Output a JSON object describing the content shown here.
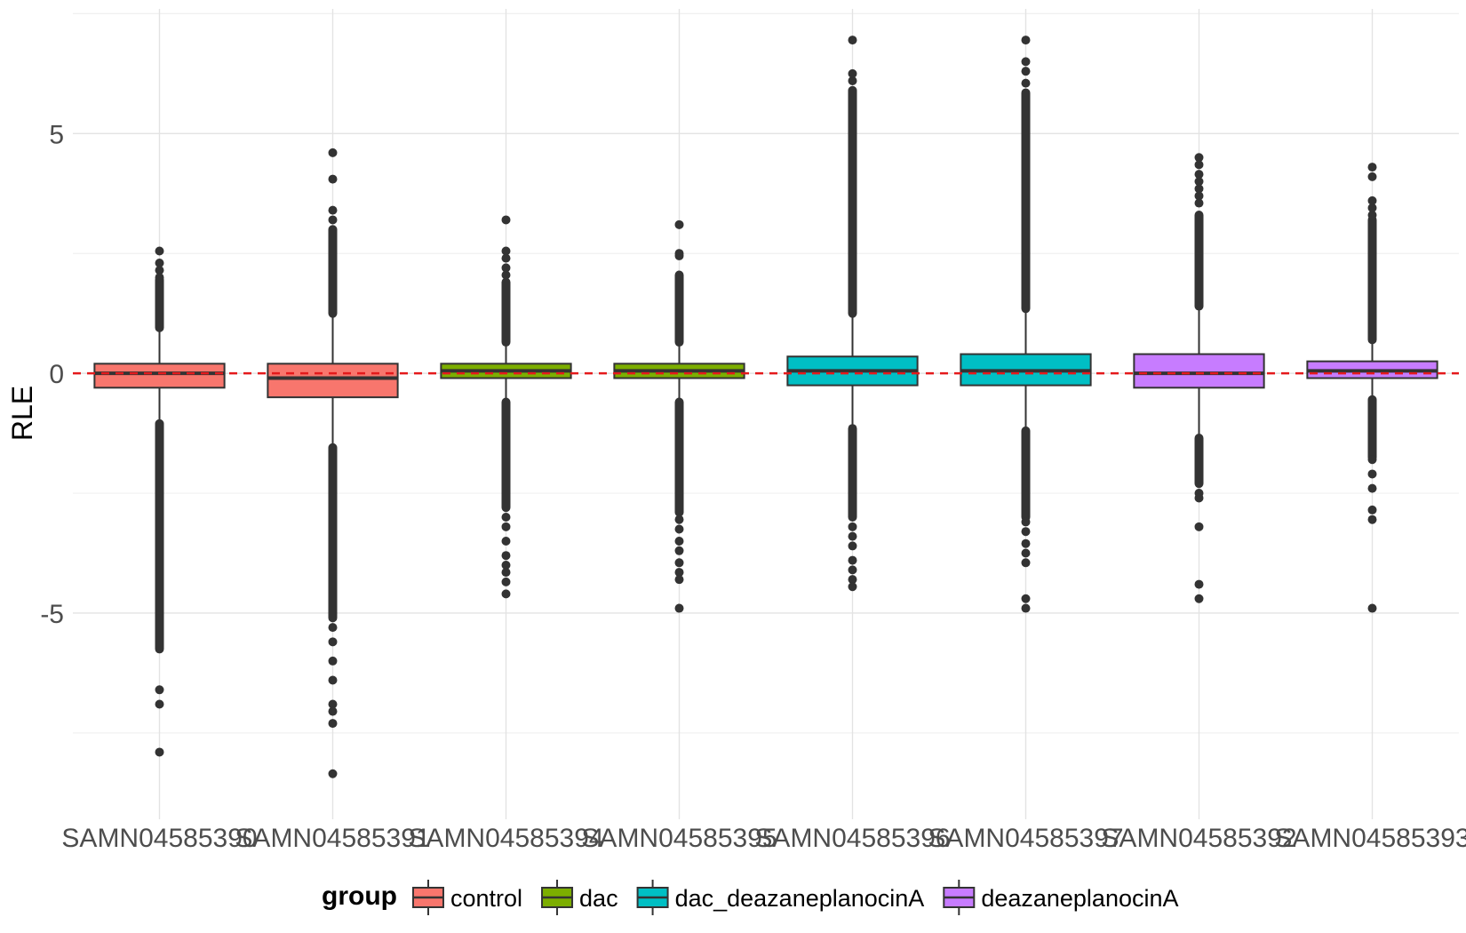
{
  "chart_data": {
    "type": "boxplot",
    "title": "",
    "xlabel": "",
    "ylabel": "RLE",
    "ylim": [
      -9.3,
      7.6
    ],
    "y_ticks": [
      -5,
      0,
      5
    ],
    "y_tick_labels": [
      "-5",
      "0",
      "5"
    ],
    "grid": true,
    "reference_line": {
      "y": 0,
      "color": "#E41A1C",
      "style": "dashed"
    },
    "legend": {
      "title": "group",
      "position": "bottom",
      "entries": [
        {
          "name": "control",
          "color": "#F8766D"
        },
        {
          "name": "dac",
          "color": "#7CAE00"
        },
        {
          "name": "dac_deazaneplanocinA",
          "color": "#00BFC4"
        },
        {
          "name": "deazaneplanocinA",
          "color": "#C77CFF"
        }
      ]
    },
    "categories": [
      "SAMN04585390",
      "SAMN04585391",
      "SAMN04585394",
      "SAMN04585395",
      "SAMN04585396",
      "SAMN04585397",
      "SAMN04585392",
      "SAMN04585393"
    ],
    "boxes": [
      {
        "sample": "SAMN04585390",
        "group": "control",
        "q1": -0.3,
        "median": 0.0,
        "q3": 0.2,
        "whisker_low": -1.0,
        "whisker_high": 0.9,
        "outlier_bands": [
          [
            0.95,
            1.95
          ],
          [
            -1.05,
            -5.75
          ]
        ],
        "outliers": [
          2.0,
          2.15,
          2.3,
          2.55,
          -6.6,
          -6.9,
          -7.9
        ]
      },
      {
        "sample": "SAMN04585391",
        "group": "control",
        "q1": -0.5,
        "median": -0.1,
        "q3": 0.2,
        "whisker_low": -1.5,
        "whisker_high": 1.2,
        "outlier_bands": [
          [
            1.25,
            3.0
          ],
          [
            -1.55,
            -5.1
          ]
        ],
        "outliers": [
          3.2,
          3.4,
          4.05,
          4.6,
          -5.3,
          -5.6,
          -6.0,
          -6.4,
          -6.9,
          -7.05,
          -7.3,
          -8.35
        ]
      },
      {
        "sample": "SAMN04585394",
        "group": "dac",
        "q1": -0.1,
        "median": 0.05,
        "q3": 0.2,
        "whisker_low": -0.55,
        "whisker_high": 0.6,
        "outlier_bands": [
          [
            0.65,
            1.9
          ],
          [
            -0.6,
            -2.8
          ]
        ],
        "outliers": [
          2.05,
          2.2,
          2.4,
          2.55,
          3.2,
          -3.0,
          -3.2,
          -3.5,
          -3.8,
          -4.0,
          -4.15,
          -4.35,
          -4.6
        ]
      },
      {
        "sample": "SAMN04585395",
        "group": "dac",
        "q1": -0.1,
        "median": 0.05,
        "q3": 0.2,
        "whisker_low": -0.55,
        "whisker_high": 0.6,
        "outlier_bands": [
          [
            0.65,
            2.05
          ],
          [
            -0.6,
            -2.9
          ]
        ],
        "outliers": [
          2.45,
          2.5,
          3.1,
          -3.05,
          -3.25,
          -3.5,
          -3.7,
          -3.95,
          -4.15,
          -4.3,
          -4.9
        ]
      },
      {
        "sample": "SAMN04585396",
        "group": "dac_deazaneplanocinA",
        "q1": -0.25,
        "median": 0.05,
        "q3": 0.35,
        "whisker_low": -1.1,
        "whisker_high": 1.2,
        "outlier_bands": [
          [
            1.25,
            5.9
          ],
          [
            -1.15,
            -3.0
          ]
        ],
        "outliers": [
          6.1,
          6.25,
          6.95,
          -3.2,
          -3.4,
          -3.6,
          -3.9,
          -4.1,
          -4.3,
          -4.45
        ]
      },
      {
        "sample": "SAMN04585397",
        "group": "dac_deazaneplanocinA",
        "q1": -0.25,
        "median": 0.05,
        "q3": 0.4,
        "whisker_low": -1.15,
        "whisker_high": 1.3,
        "outlier_bands": [
          [
            1.35,
            5.85
          ],
          [
            -1.2,
            -3.0
          ]
        ],
        "outliers": [
          6.05,
          6.3,
          6.5,
          6.95,
          -3.1,
          -3.3,
          -3.55,
          -3.75,
          -3.95,
          -4.7,
          -4.9
        ]
      },
      {
        "sample": "SAMN04585392",
        "group": "deazaneplanocinA",
        "q1": -0.3,
        "median": 0.0,
        "q3": 0.4,
        "whisker_low": -1.3,
        "whisker_high": 1.35,
        "outlier_bands": [
          [
            1.4,
            3.3
          ],
          [
            -1.35,
            -2.3
          ]
        ],
        "outliers": [
          3.55,
          3.7,
          3.85,
          4.0,
          4.15,
          4.35,
          4.5,
          -2.5,
          -2.6,
          -3.2,
          -4.4,
          -4.7
        ]
      },
      {
        "sample": "SAMN04585393",
        "group": "deazaneplanocinA",
        "q1": -0.1,
        "median": 0.05,
        "q3": 0.25,
        "whisker_low": -0.5,
        "whisker_high": 0.65,
        "outlier_bands": [
          [
            0.7,
            3.2
          ],
          [
            -0.55,
            -1.75
          ]
        ],
        "outliers": [
          3.3,
          3.45,
          3.6,
          4.1,
          4.3,
          -1.8,
          -2.1,
          -2.4,
          -2.85,
          -3.05,
          -4.9
        ]
      }
    ]
  }
}
